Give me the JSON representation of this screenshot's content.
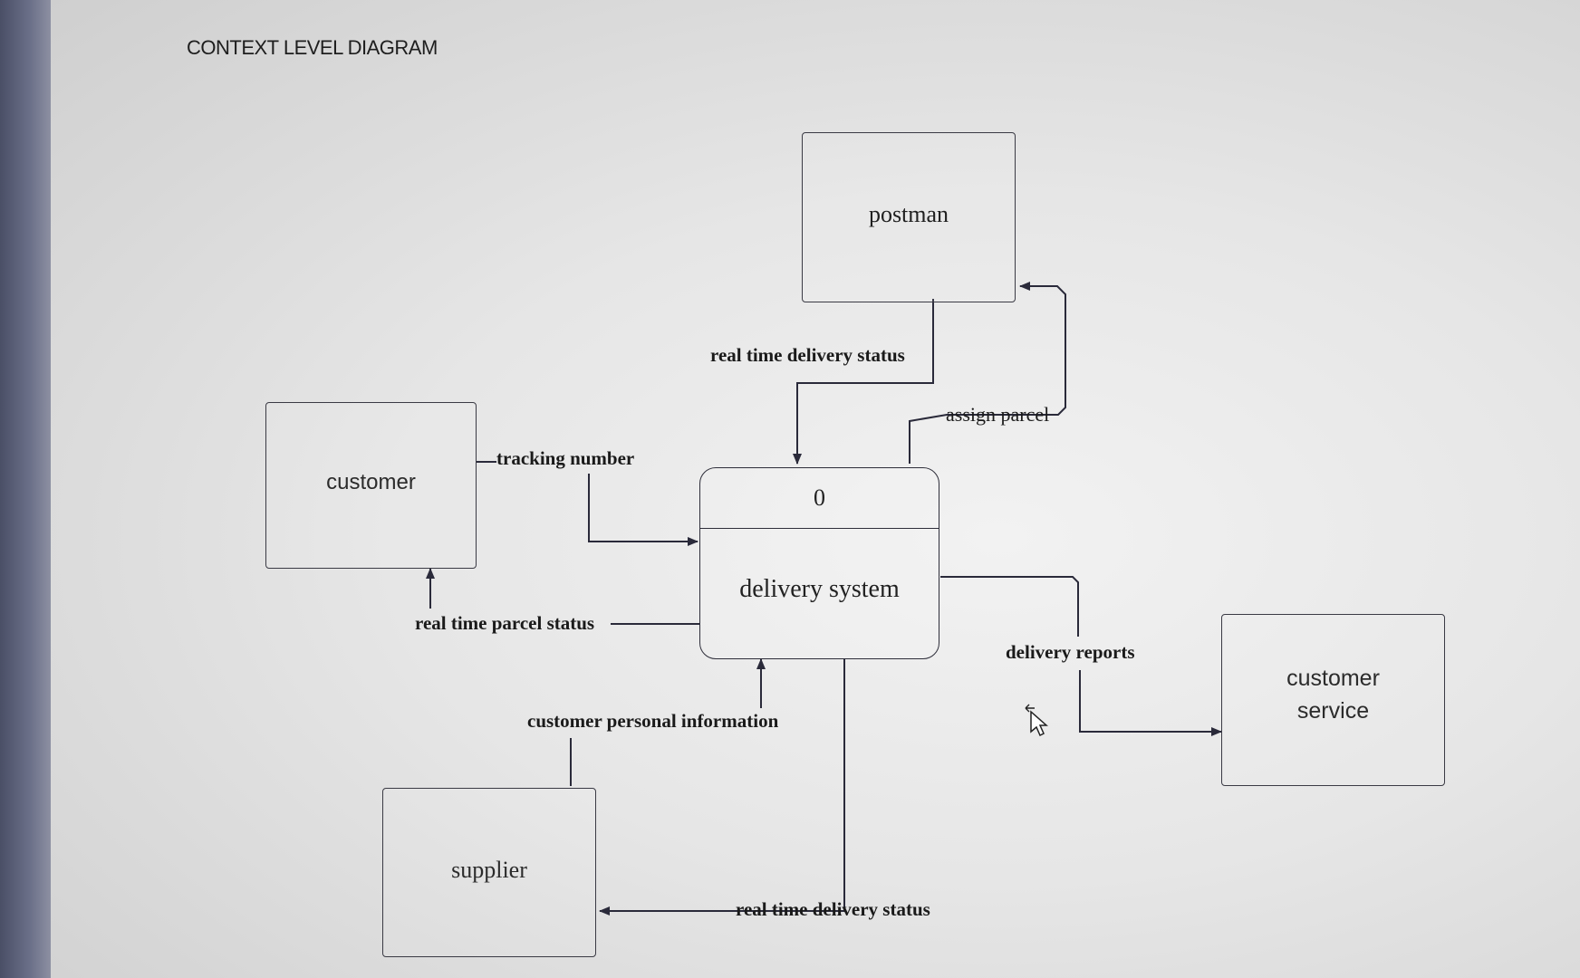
{
  "title": "CONTEXT LEVEL DIAGRAM",
  "entities": {
    "postman": "postman",
    "customer": "customer",
    "supplier": "supplier",
    "customer_service": [
      "customer",
      "service"
    ]
  },
  "process": {
    "id": "0",
    "name": "delivery system"
  },
  "flows": {
    "postman_to_system": "real time delivery status",
    "system_to_postman": "assign parcel",
    "customer_to_system": "tracking number",
    "system_to_customer": "real time parcel status",
    "supplier_to_system": "customer personal information",
    "system_to_supplier": "real time delivery status",
    "system_to_customer_service": "delivery reports"
  },
  "colors": {
    "line": "#2a2a3a",
    "text": "#1a1a1a"
  }
}
